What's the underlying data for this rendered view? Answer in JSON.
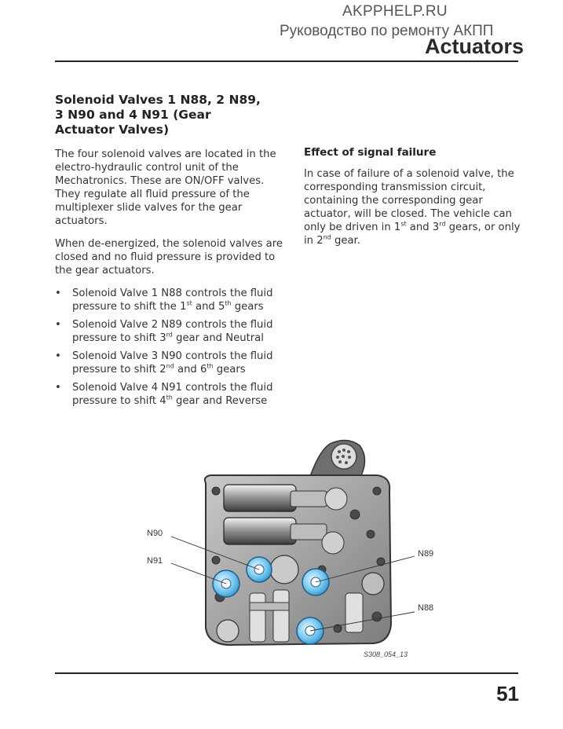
{
  "header": {
    "site": "AKPPHELP.RU",
    "subtitle": "Руководство по ремонту АКПП",
    "title": "Actuators"
  },
  "section": {
    "title": "Solenoid Valves 1 N88, 2 N89, 3 N90 and 4 N91 (Gear Actuator Valves)"
  },
  "left_column": {
    "para1": "The four solenoid valves are located in the electro-hydraulic control unit of the Mechatronics. These are ON/OFF valves. They regulate all fluid pressure of the multiplexer slide valves for the gear actuators.",
    "para2": "When de-energized, the solenoid valves are closed and no fluid pressure is provided to the gear actuators.",
    "bullet_char": "•",
    "bullets": [
      {
        "pre": "Solenoid Valve 1 N88 controls the fluid pressure to shift the 1",
        "s1": "st",
        "mid": " and 5",
        "s2": "th",
        "post": " gears"
      },
      {
        "pre": "Solenoid Valve 2 N89 controls the fluid pressure to shift 3",
        "s1": "rd",
        "post": " gear and Neutral"
      },
      {
        "pre": "Solenoid Valve 3 N90 controls the fluid pressure to shift 2",
        "s1": "nd",
        "mid": " and 6",
        "s2": "th",
        "post": " gears"
      },
      {
        "pre": "Solenoid Valve 4 N91 controls the fluid pressure to shift 4",
        "s1": "th",
        "post": " gear and Reverse"
      }
    ]
  },
  "right_column": {
    "heading": "Effect of signal failure",
    "pre": "In case of failure of a solenoid valve, the corresponding transmission circuit, containing the corresponding gear actuator, will be closed. The vehicle can only be driven in 1",
    "s1": "st",
    "mid": " and 3",
    "s2": "rd",
    "mid2": " gears, or only in 2",
    "s3": "nd",
    "post": " gear."
  },
  "figure": {
    "labels": {
      "n90": "N90",
      "n91": "N91",
      "n89": "N89",
      "n88": "N88"
    },
    "caption": "S308_054_13"
  },
  "page_number": "51",
  "colors": {
    "valve_blue": "#6fc3ee",
    "body_gray": "#8a8a8a"
  }
}
